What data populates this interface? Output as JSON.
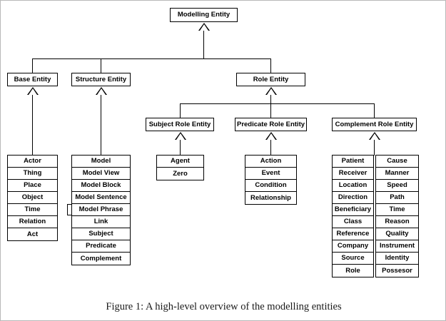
{
  "figure": {
    "caption": "Figure 1:  A high-level overview of the modelling entities"
  },
  "diagram": {
    "type": "uml-class-generalization-hierarchy",
    "root": {
      "label": "Modelling Entity"
    },
    "level2": [
      {
        "label": "Base Entity"
      },
      {
        "label": "Structure Entity"
      },
      {
        "label": "Role Entity"
      }
    ],
    "level3": [
      {
        "label": "Subject Role Entity"
      },
      {
        "label": "Predicate Role Entity"
      },
      {
        "label": "Complement Role Entity"
      }
    ],
    "leaves": {
      "base_entity": [
        "Actor",
        "Thing",
        "Place",
        "Object",
        "Time",
        "Relation",
        "Act"
      ],
      "structure_entity": [
        "Model",
        "Model View",
        "Model Block",
        "Model Sentence",
        "Model Phrase",
        "Link",
        "Subject",
        "Predicate",
        "Complement"
      ],
      "subject_role_entity": [
        "Agent",
        "Zero"
      ],
      "predicate_role_entity": [
        "Action",
        "Event",
        "Condition",
        "Relationship"
      ],
      "complement_role_entity_left": [
        "Patient",
        "Receiver",
        "Location",
        "Direction",
        "Beneficiary",
        "Class",
        "Reference",
        "Company",
        "Source",
        "Role"
      ],
      "complement_role_entity_right": [
        "Cause",
        "Manner",
        "Speed",
        "Path",
        "Time",
        "Reason",
        "Quality",
        "Instrument",
        "Identity",
        "Possesor"
      ]
    }
  },
  "colors": {
    "stroke": "#000000",
    "fill": "#ffffff",
    "text": "#000000",
    "page_border": "#b9b9b9"
  }
}
